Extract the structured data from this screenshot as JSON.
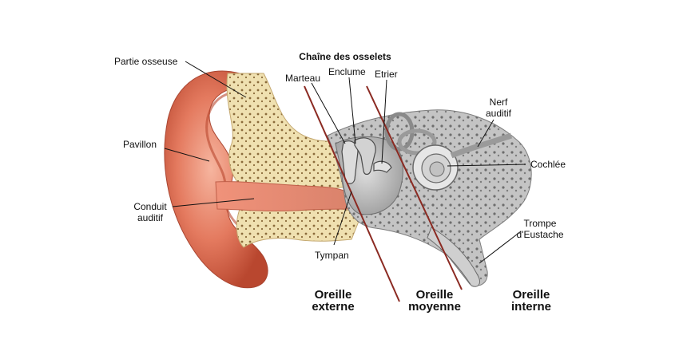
{
  "diagram": {
    "title": "Chaîne des osselets",
    "labels": {
      "partie_osseuse": "Partie osseuse",
      "marteau": "Marteau",
      "enclume": "Enclume",
      "etrier": "Etrier",
      "nerf_l1": "Nerf",
      "nerf_l2": "auditif",
      "pavillon": "Pavillon",
      "cochlee": "Cochlée",
      "conduit_l1": "Conduit",
      "conduit_l2": "auditif",
      "trompe_l1": "Trompe",
      "trompe_l2": "d'Eustache",
      "tympan": "Tympan"
    },
    "regions": {
      "externe_l1": "Oreille",
      "externe_l2": "externe",
      "moyenne_l1": "Oreille",
      "moyenne_l2": "moyenne",
      "interne_l1": "Oreille",
      "interne_l2": "interne"
    },
    "colors": {
      "divider": "#8b2a22",
      "leader": "#111111",
      "outer_ear": "#e0785e",
      "outer_ear_dark": "#b84a36",
      "bone": "#efe0b0",
      "inner_gray": "#b7b7b7"
    }
  }
}
